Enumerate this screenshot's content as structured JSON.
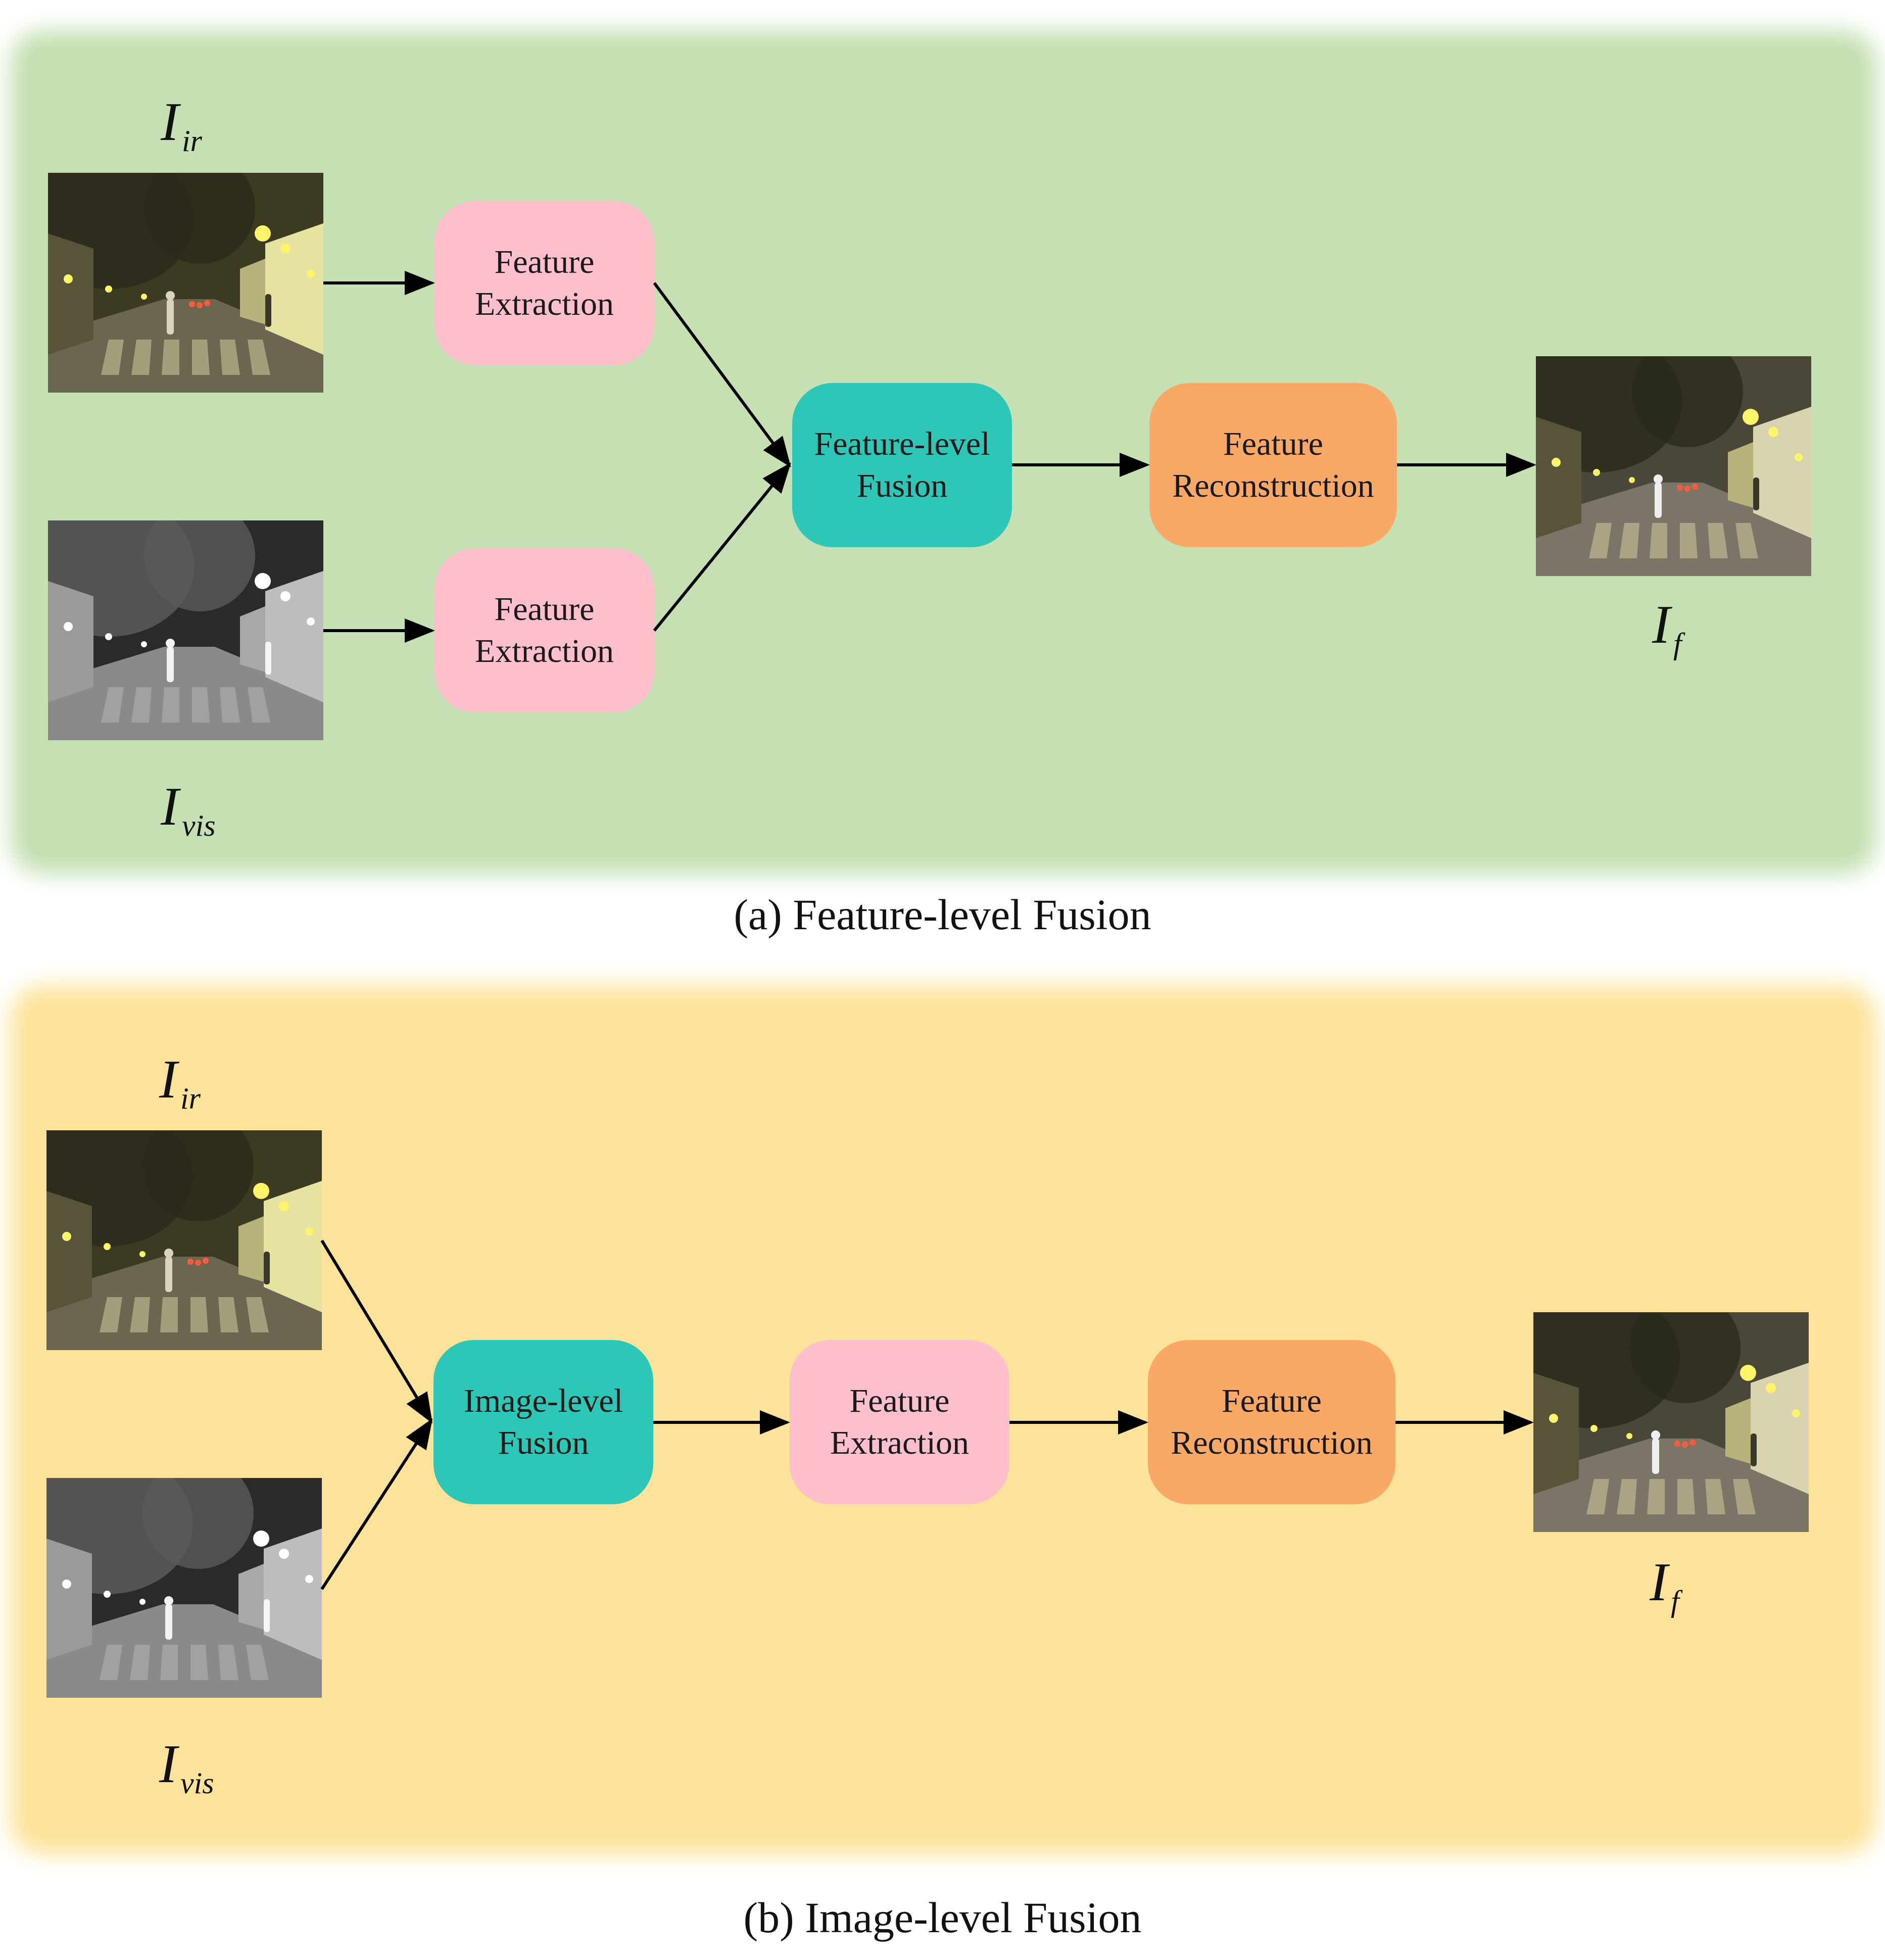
{
  "panel_a": {
    "caption": "(a) Feature-level Fusion",
    "ir_label": "I",
    "ir_sub": "ir",
    "vis_label": "I",
    "vis_sub": "vis",
    "out_label": "I",
    "out_sub": "f",
    "fe_top": [
      "Feature",
      "Extraction"
    ],
    "fe_bottom": [
      "Feature",
      "Extraction"
    ],
    "fusion": [
      "Feature-level",
      "Fusion"
    ],
    "recon": [
      "Feature",
      "Reconstruction"
    ]
  },
  "panel_b": {
    "caption": "(b) Image-level Fusion",
    "ir_label": "I",
    "ir_sub": "ir",
    "vis_label": "I",
    "vis_sub": "vis",
    "out_label": "I",
    "out_sub": "f",
    "fusion": [
      "Image-level",
      "Fusion"
    ],
    "fe": [
      "Feature",
      "Extraction"
    ],
    "recon": [
      "Feature",
      "Reconstruction"
    ]
  },
  "colors": {
    "panel_a_bg": "#c5e0b3",
    "panel_b_bg": "#fde39a",
    "feature_extraction": "#fcbfcb",
    "fusion": "#2ec6b6",
    "reconstruction": "#f9a965"
  },
  "images": {
    "ir": "night street scene, infrared-style color photo",
    "vis": "night street scene, grayscale",
    "fused": "night street scene, fused"
  }
}
